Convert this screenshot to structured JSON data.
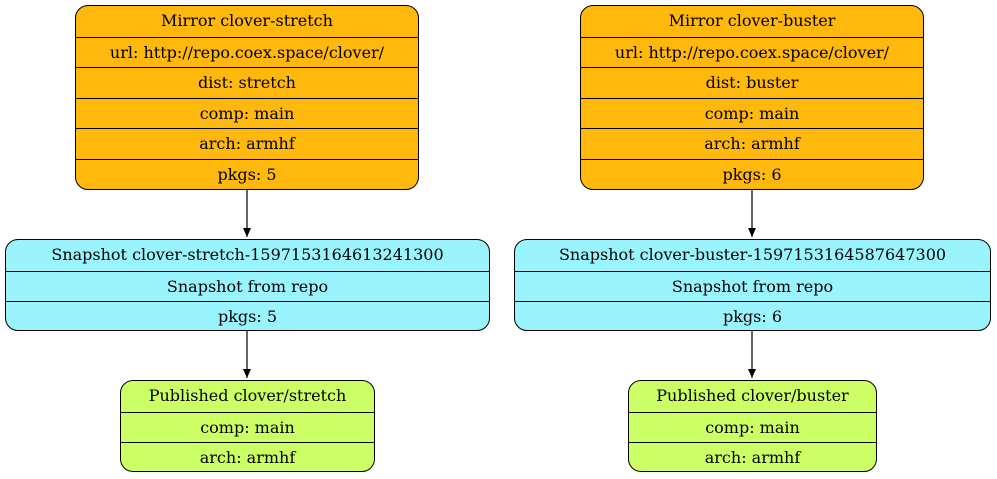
{
  "mirrors": [
    {
      "title": "Mirror clover-stretch",
      "url": "url: http://repo.coex.space/clover/",
      "dist": "dist: stretch",
      "comp": "comp: main",
      "arch": "arch: armhf",
      "pkgs": "pkgs: 5"
    },
    {
      "title": "Mirror clover-buster",
      "url": "url: http://repo.coex.space/clover/",
      "dist": "dist: buster",
      "comp": "comp: main",
      "arch": "arch: armhf",
      "pkgs": "pkgs: 6"
    }
  ],
  "snapshots": [
    {
      "title": "Snapshot clover-stretch-1597153164613241300",
      "desc": "Snapshot from repo",
      "pkgs": "pkgs: 5"
    },
    {
      "title": "Snapshot clover-buster-1597153164587647300",
      "desc": "Snapshot from repo",
      "pkgs": "pkgs: 6"
    }
  ],
  "published": [
    {
      "title": "Published clover/stretch",
      "comp": "comp: main",
      "arch": "arch: armhf"
    },
    {
      "title": "Published clover/buster",
      "comp": "comp: main",
      "arch": "arch: armhf"
    }
  ],
  "colors": {
    "mirror": "#ffb80d",
    "snapshot": "#9af4fd",
    "published": "#ccff66"
  }
}
